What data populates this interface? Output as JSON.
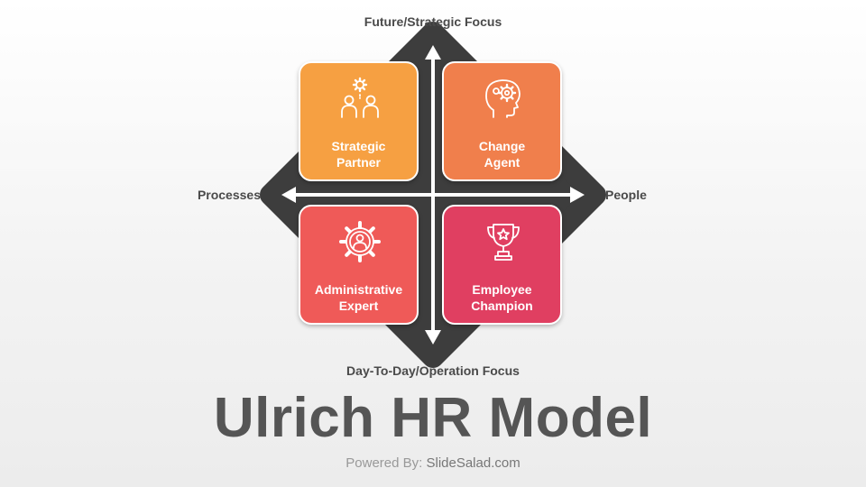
{
  "axes": {
    "top": "Future/Strategic Focus",
    "bottom": "Day-To-Day/Operation Focus",
    "left": "Processes",
    "right": "People"
  },
  "quadrants": [
    {
      "line1": "Strategic",
      "line2": "Partner",
      "icon": "team-gear-icon",
      "color": "#f6a042"
    },
    {
      "line1": "Change",
      "line2": "Agent",
      "icon": "head-gears-icon",
      "color": "#f07f4c"
    },
    {
      "line1": "Administrative",
      "line2": "Expert",
      "icon": "gear-user-icon",
      "color": "#ef5a58"
    },
    {
      "line1": "Employee",
      "line2": "Champion",
      "icon": "trophy-star-icon",
      "color": "#e03f61"
    }
  ],
  "title": "Ulrich HR Model",
  "credit": {
    "prefix": "Powered By:",
    "site": "SlideSalad.com"
  },
  "colors": {
    "diamond": "#3d3d3d",
    "arrows": "#ffffff",
    "text": "#4a4a4a"
  }
}
